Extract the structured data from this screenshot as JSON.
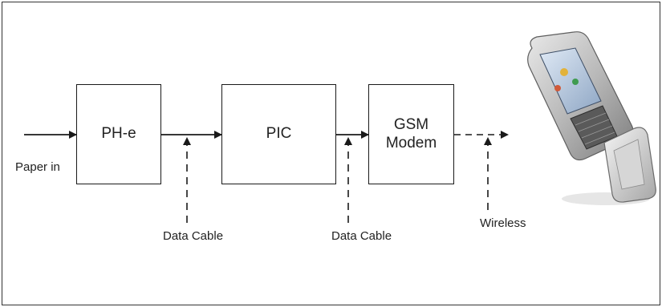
{
  "diagram": {
    "nodes": [
      {
        "id": "ph-e",
        "label": "PH-e"
      },
      {
        "id": "pic",
        "label": "PIC"
      },
      {
        "id": "gsm",
        "line1": "GSM",
        "line2": "Modem"
      }
    ],
    "labels": {
      "paper_in": "Paper in",
      "data_cable_1": "Data Cable",
      "data_cable_2": "Data Cable",
      "wireless": "Wireless"
    },
    "device": {
      "icon": "mobile-phone-icon"
    },
    "colors": {
      "stroke": "#1a1a1a",
      "text": "#222222"
    }
  }
}
